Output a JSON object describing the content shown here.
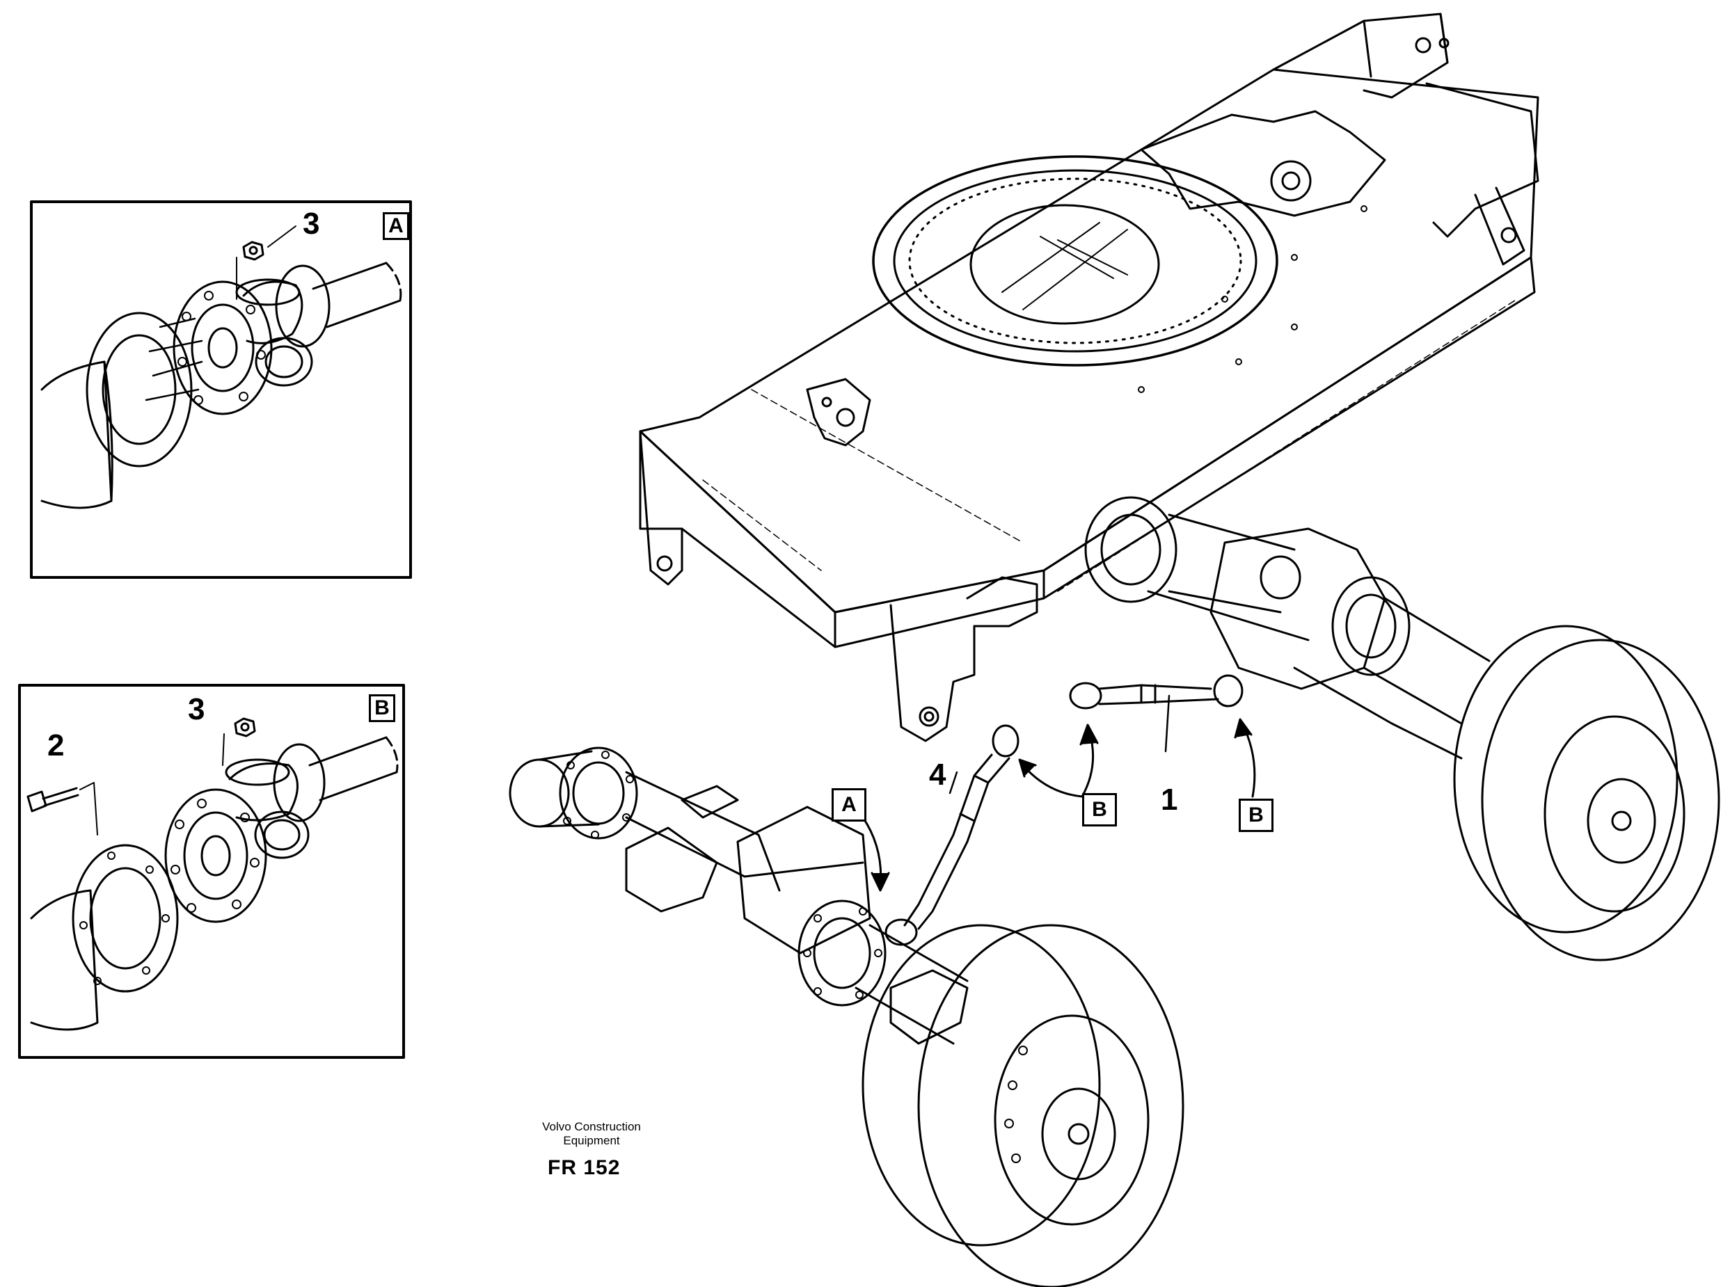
{
  "inset_a": {
    "box_label": "A",
    "callout_nut": "3"
  },
  "inset_b": {
    "box_label": "B",
    "callout_nut": "3",
    "callout_bolt": "2"
  },
  "main": {
    "callout_shaft_1": "1",
    "callout_shaft_4": "4",
    "ref_a": "A",
    "ref_b_left": "B",
    "ref_b_right": "B"
  },
  "brand_line1": "Volvo Construction",
  "brand_line2": "Equipment",
  "figure_code": "FR 152"
}
